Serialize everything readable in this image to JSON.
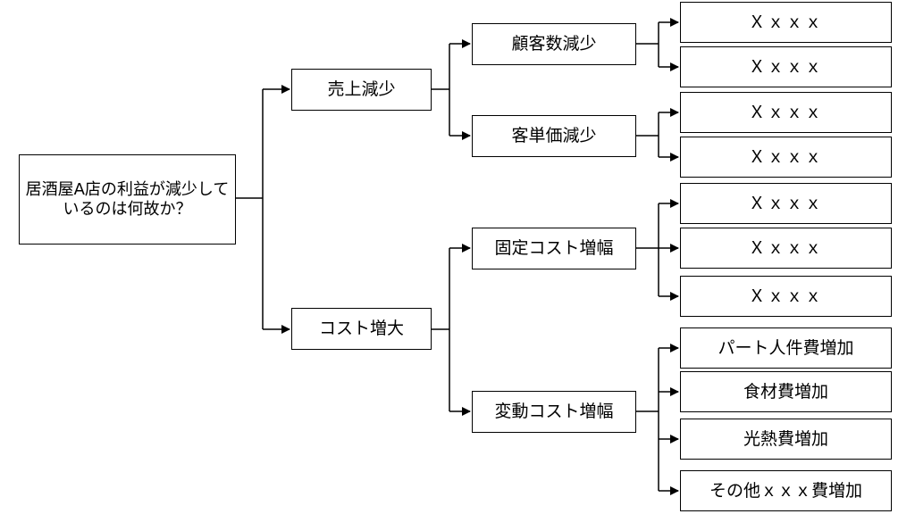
{
  "diagram": {
    "root": "居酒屋A店の利益が減少しているのは何故か？",
    "branches": [
      {
        "label": "売上減少",
        "children": [
          {
            "label": "顧客数減少",
            "leaves": [
              "Ｘｘｘｘ",
              "Ｘｘｘｘ"
            ]
          },
          {
            "label": "客単価減少",
            "leaves": [
              "Ｘｘｘｘ",
              "Ｘｘｘｘ"
            ]
          }
        ]
      },
      {
        "label": "コスト増大",
        "children": [
          {
            "label": "固定コスト増幅",
            "leaves": [
              "Ｘｘｘｘ",
              "Ｘｘｘｘ",
              "Ｘｘｘｘ"
            ]
          },
          {
            "label": "変動コスト増幅",
            "leaves": [
              "パート人件費増加",
              "食材費増加",
              "光熱費増加",
              "その他ｘｘｘ費増加"
            ]
          }
        ]
      }
    ]
  },
  "colors": {
    "line": "#000000",
    "box_border": "#000000",
    "background": "#ffffff"
  }
}
